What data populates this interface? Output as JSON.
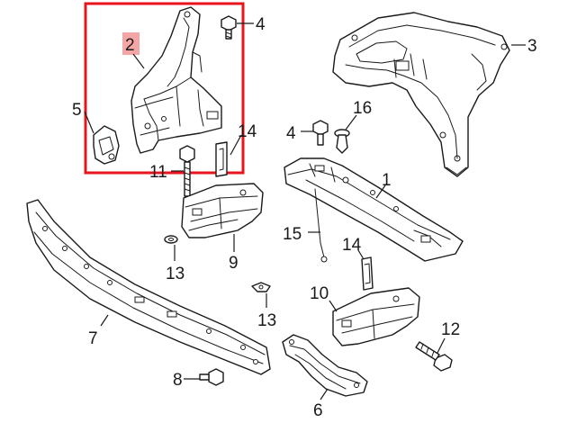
{
  "diagram": {
    "callouts": [
      {
        "id": "c2",
        "label": "2",
        "highlight": true
      },
      {
        "id": "c4a",
        "label": "4"
      },
      {
        "id": "c3",
        "label": "3"
      },
      {
        "id": "c5",
        "label": "5"
      },
      {
        "id": "c16",
        "label": "16"
      },
      {
        "id": "c4b",
        "label": "4"
      },
      {
        "id": "c14a",
        "label": "14"
      },
      {
        "id": "c11",
        "label": "11"
      },
      {
        "id": "c1",
        "label": "1"
      },
      {
        "id": "c15",
        "label": "15"
      },
      {
        "id": "c14b",
        "label": "14"
      },
      {
        "id": "c13a",
        "label": "13"
      },
      {
        "id": "c9",
        "label": "9"
      },
      {
        "id": "c13b",
        "label": "13"
      },
      {
        "id": "c10",
        "label": "10"
      },
      {
        "id": "c12",
        "label": "12"
      },
      {
        "id": "c7",
        "label": "7"
      },
      {
        "id": "c8",
        "label": "8"
      },
      {
        "id": "c6",
        "label": "6"
      }
    ],
    "colors": {
      "highlight_box": "#e8141c",
      "highlight_label_bg": "#f4a6a6",
      "line": "#1a1a1a"
    }
  }
}
